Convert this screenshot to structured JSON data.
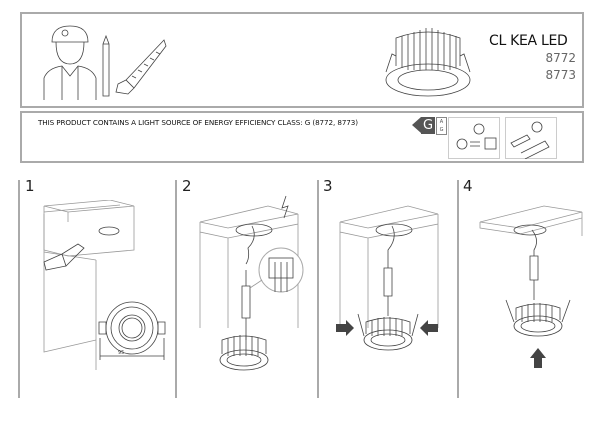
{
  "product": {
    "name": "CL KEA LED",
    "codes": [
      "8772",
      "8773"
    ]
  },
  "energy": {
    "text": "THIS PRODUCT CONTAINS A LIGHT SOURCE OF ENERGY EFFICIENCY CLASS: G (8772, 8773)",
    "class_label": "G",
    "scale_top": "A",
    "scale_bottom": "G"
  },
  "steps": [
    {
      "number": "1",
      "dimension": "95"
    },
    {
      "number": "2"
    },
    {
      "number": "3"
    },
    {
      "number": "4"
    }
  ],
  "icons": [
    "installer-icon",
    "pencil-icon",
    "saw-icon",
    "downlight-icon",
    "energy-label-icon",
    "led-replaceable-icon",
    "driver-replaceable-icon",
    "lightning-icon",
    "arrow-icon"
  ]
}
